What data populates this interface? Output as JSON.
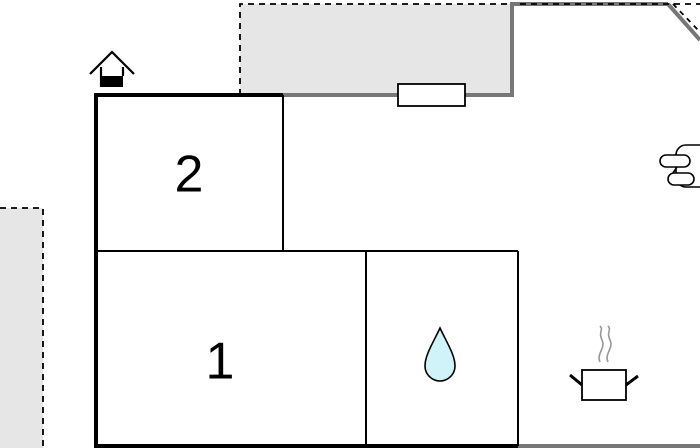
{
  "floorplan": {
    "rooms": [
      {
        "id": "bedroom-2",
        "label": "2"
      },
      {
        "id": "bedroom-1",
        "label": "1"
      }
    ],
    "icons": [
      {
        "name": "house-entrance-icon"
      },
      {
        "name": "water-drop-icon"
      },
      {
        "name": "armchair-icon"
      },
      {
        "name": "cooking-pot-icon"
      }
    ],
    "colors": {
      "wall": "#000000",
      "terrace_fill": "#e6e6e6",
      "terrace_outline": "#777777",
      "water": "#cff3f8",
      "background": "#ffffff"
    }
  }
}
